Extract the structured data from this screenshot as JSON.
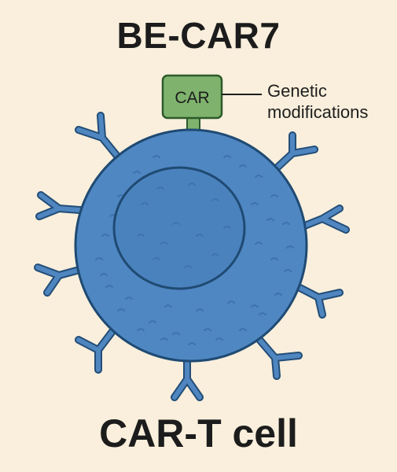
{
  "title": "BE-CAR7",
  "cell_label": "CAR-T cell",
  "car_label": "CAR",
  "annotation": {
    "line1": "Genetic",
    "line2": "modifications"
  },
  "colors": {
    "background": "#f9efdc",
    "cell_fill": "#4f87c2",
    "cell_outline": "#1f4a73",
    "car_fill": "#7fb36d",
    "car_outline": "#2c5a2b",
    "receptor": "#4f86c0"
  }
}
